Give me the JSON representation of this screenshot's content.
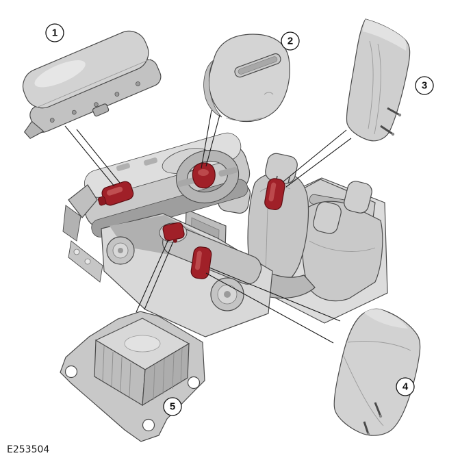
{
  "figure": {
    "code": "E253504"
  },
  "callouts": [
    {
      "label": "1"
    },
    {
      "label": "2"
    },
    {
      "label": "3"
    },
    {
      "label": "4"
    },
    {
      "label": "5"
    }
  ],
  "components": [
    {
      "callout": "1",
      "icon": "passenger-airbag-module-icon"
    },
    {
      "callout": "2",
      "icon": "driver-airbag-module-icon"
    },
    {
      "callout": "3",
      "icon": "front-seat-side-airbag-icon"
    },
    {
      "callout": "4",
      "icon": "rear-seat-side-airbag-icon"
    },
    {
      "callout": "5",
      "icon": "restraints-control-module-icon"
    }
  ],
  "colors": {
    "highlight": "#a02028",
    "highlight_dark": "#5c0d12",
    "highlight_light": "#c75b5b",
    "body_light": "#dcdcdc",
    "body_mid": "#c6c6c6",
    "body_dark": "#9e9e9e",
    "outline": "#4a4a4a",
    "background": "#ffffff"
  }
}
